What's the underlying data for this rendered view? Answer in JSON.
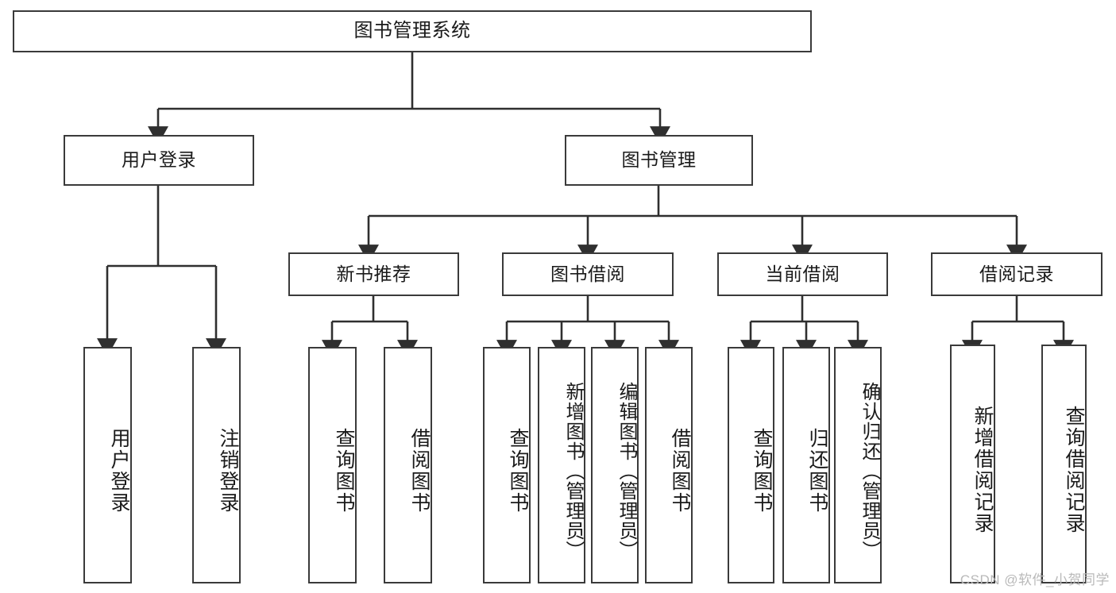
{
  "diagram": {
    "title": "图书管理系统",
    "type": "functional-structure-tree",
    "watermark": "CSDN @软件_小贺同学",
    "colors": {
      "border": "#3a3a3a",
      "background": "#ffffff",
      "text": "#1a1a1a",
      "edge": "#2f2f2f",
      "watermark": "#b9b9b9"
    },
    "levels": {
      "root": {
        "label": "图书管理系统"
      },
      "level2": [
        {
          "label": "用户登录"
        },
        {
          "label": "图书管理"
        }
      ],
      "level3": [
        {
          "label": "新书推荐"
        },
        {
          "label": "图书借阅"
        },
        {
          "label": "当前借阅"
        },
        {
          "label": "借阅记录"
        }
      ],
      "leaves": {
        "user_login": [
          {
            "label": "用户登录"
          },
          {
            "label": "注销登录"
          }
        ],
        "new_book_recommend": [
          {
            "label": "查询图书"
          },
          {
            "label": "借阅图书"
          }
        ],
        "book_borrow": [
          {
            "label": "查询图书"
          },
          {
            "label": "新增图书（管理员）"
          },
          {
            "label": "编辑图书（管理员）"
          },
          {
            "label": "借阅图书"
          }
        ],
        "current_borrow": [
          {
            "label": "查询图书"
          },
          {
            "label": "归还图书"
          },
          {
            "label": "确认归还（管理员）"
          }
        ],
        "borrow_record": [
          {
            "label": "新增借阅记录"
          },
          {
            "label": "查询借阅记录"
          }
        ]
      }
    }
  }
}
